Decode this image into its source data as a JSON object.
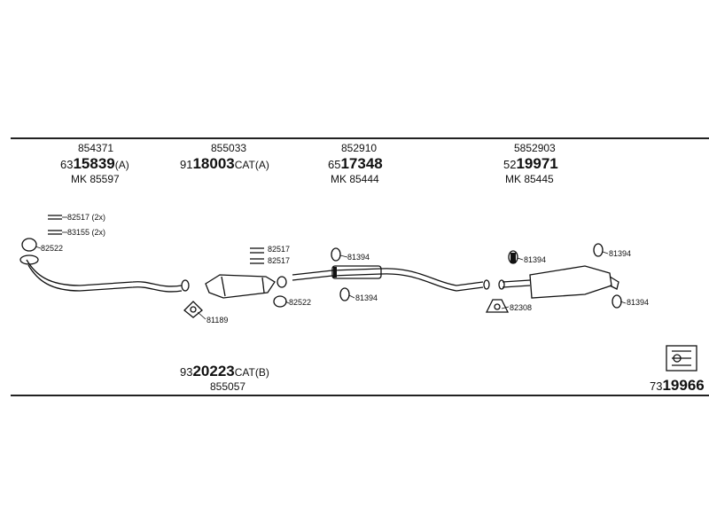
{
  "groups": [
    {
      "ref": "854371",
      "pn_prefix": "63",
      "pn_main": "15839",
      "pn_suffix": "(A)",
      "mk": "MK  85597"
    },
    {
      "ref": "855033",
      "pn_prefix": "91",
      "pn_main": "18003",
      "pn_suffix": "CAT(A)",
      "mk": ""
    },
    {
      "ref": "852910",
      "pn_prefix": "65",
      "pn_main": "17348",
      "pn_suffix": "",
      "mk": "MK  85444"
    },
    {
      "ref": "5852903",
      "pn_prefix": "52",
      "pn_main": "19971",
      "pn_suffix": "",
      "mk": "MK  85445"
    }
  ],
  "bottom_cat": {
    "pn_prefix": "93",
    "pn_main": "20223",
    "pn_suffix": "CAT(B)",
    "ref": "855057"
  },
  "kit": {
    "pn_prefix": "73",
    "pn_main": "19966"
  },
  "labels": {
    "l82517_2x": "82517 (2x)",
    "l83155_2x": "83155 (2x)",
    "l82522_a": "82522",
    "l82517_a": "82517",
    "l82517_b": "82517",
    "l81189": "81189",
    "l82522_b": "82522",
    "l81394_a": "81394",
    "l81394_b": "81394",
    "l81394_c": "81394",
    "l81394_d": "81394",
    "l82308": "82308",
    "l81394_e": "81394"
  }
}
